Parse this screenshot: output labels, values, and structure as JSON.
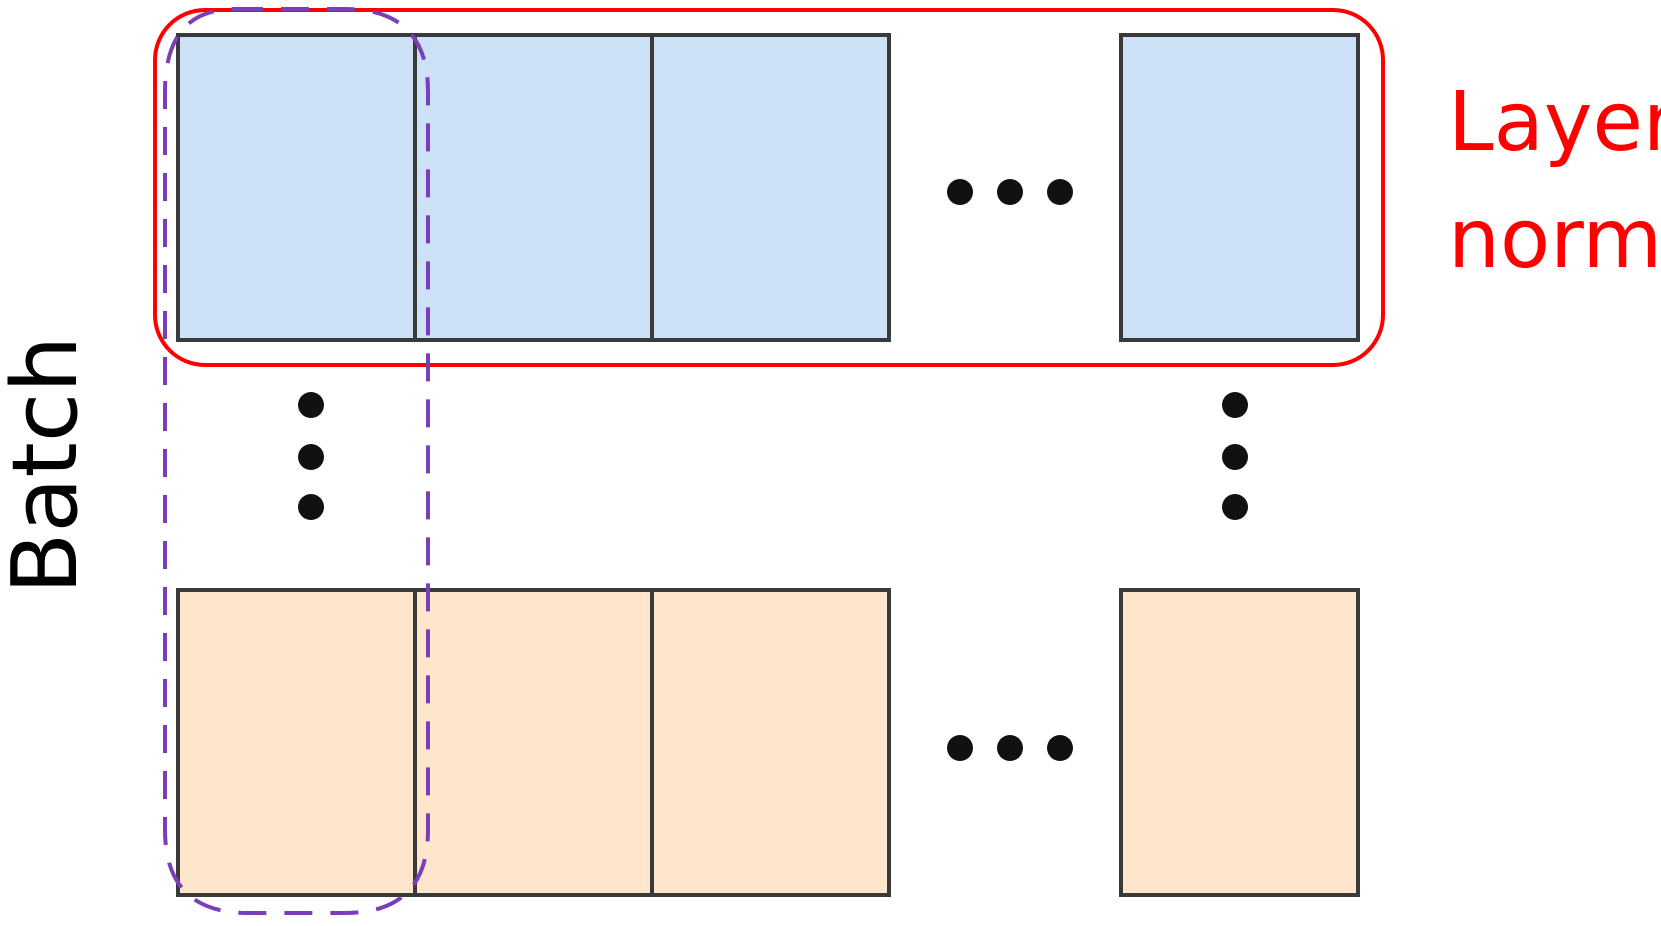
{
  "labels": {
    "batch": "Batch",
    "layer_norm_line1": "Layer",
    "layer_norm_line2": "norm"
  },
  "colors": {
    "top_row_fill": "#cce1f6",
    "bottom_row_fill": "#fde6cc",
    "cell_stroke": "#3a3a3a",
    "layer_norm_outline": "#ff0000",
    "batch_norm_outline": "#7a3fb8",
    "ellipsis_dots": "#111111",
    "batch_label": "#000000",
    "layer_norm_label": "#ff0000"
  },
  "outlines": {
    "layer_norm": "solid rounded rectangle around the top row",
    "batch_norm": "dashed rounded rectangle around the first column"
  }
}
